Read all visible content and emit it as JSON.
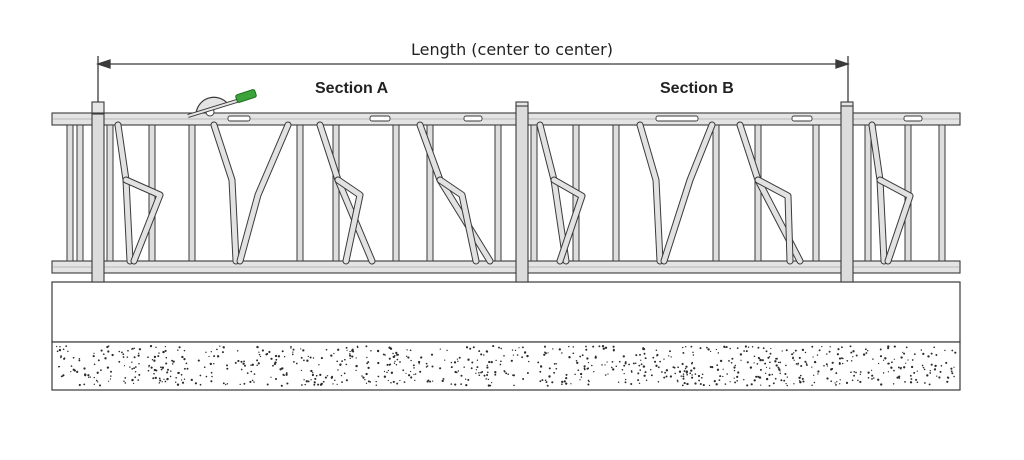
{
  "dimension_label": "Length (center to center)",
  "sections": [
    {
      "label": "Section A"
    },
    {
      "label": "Section B"
    }
  ],
  "colors": {
    "line": "#3a3a3a",
    "steel": "#d9d9d9",
    "handle": "#3aa33a",
    "curb": "#ffffff",
    "ground_dot": "#2a2a2a"
  },
  "icons": [
    "dimension-arrow-icon",
    "lever-handle-icon"
  ]
}
